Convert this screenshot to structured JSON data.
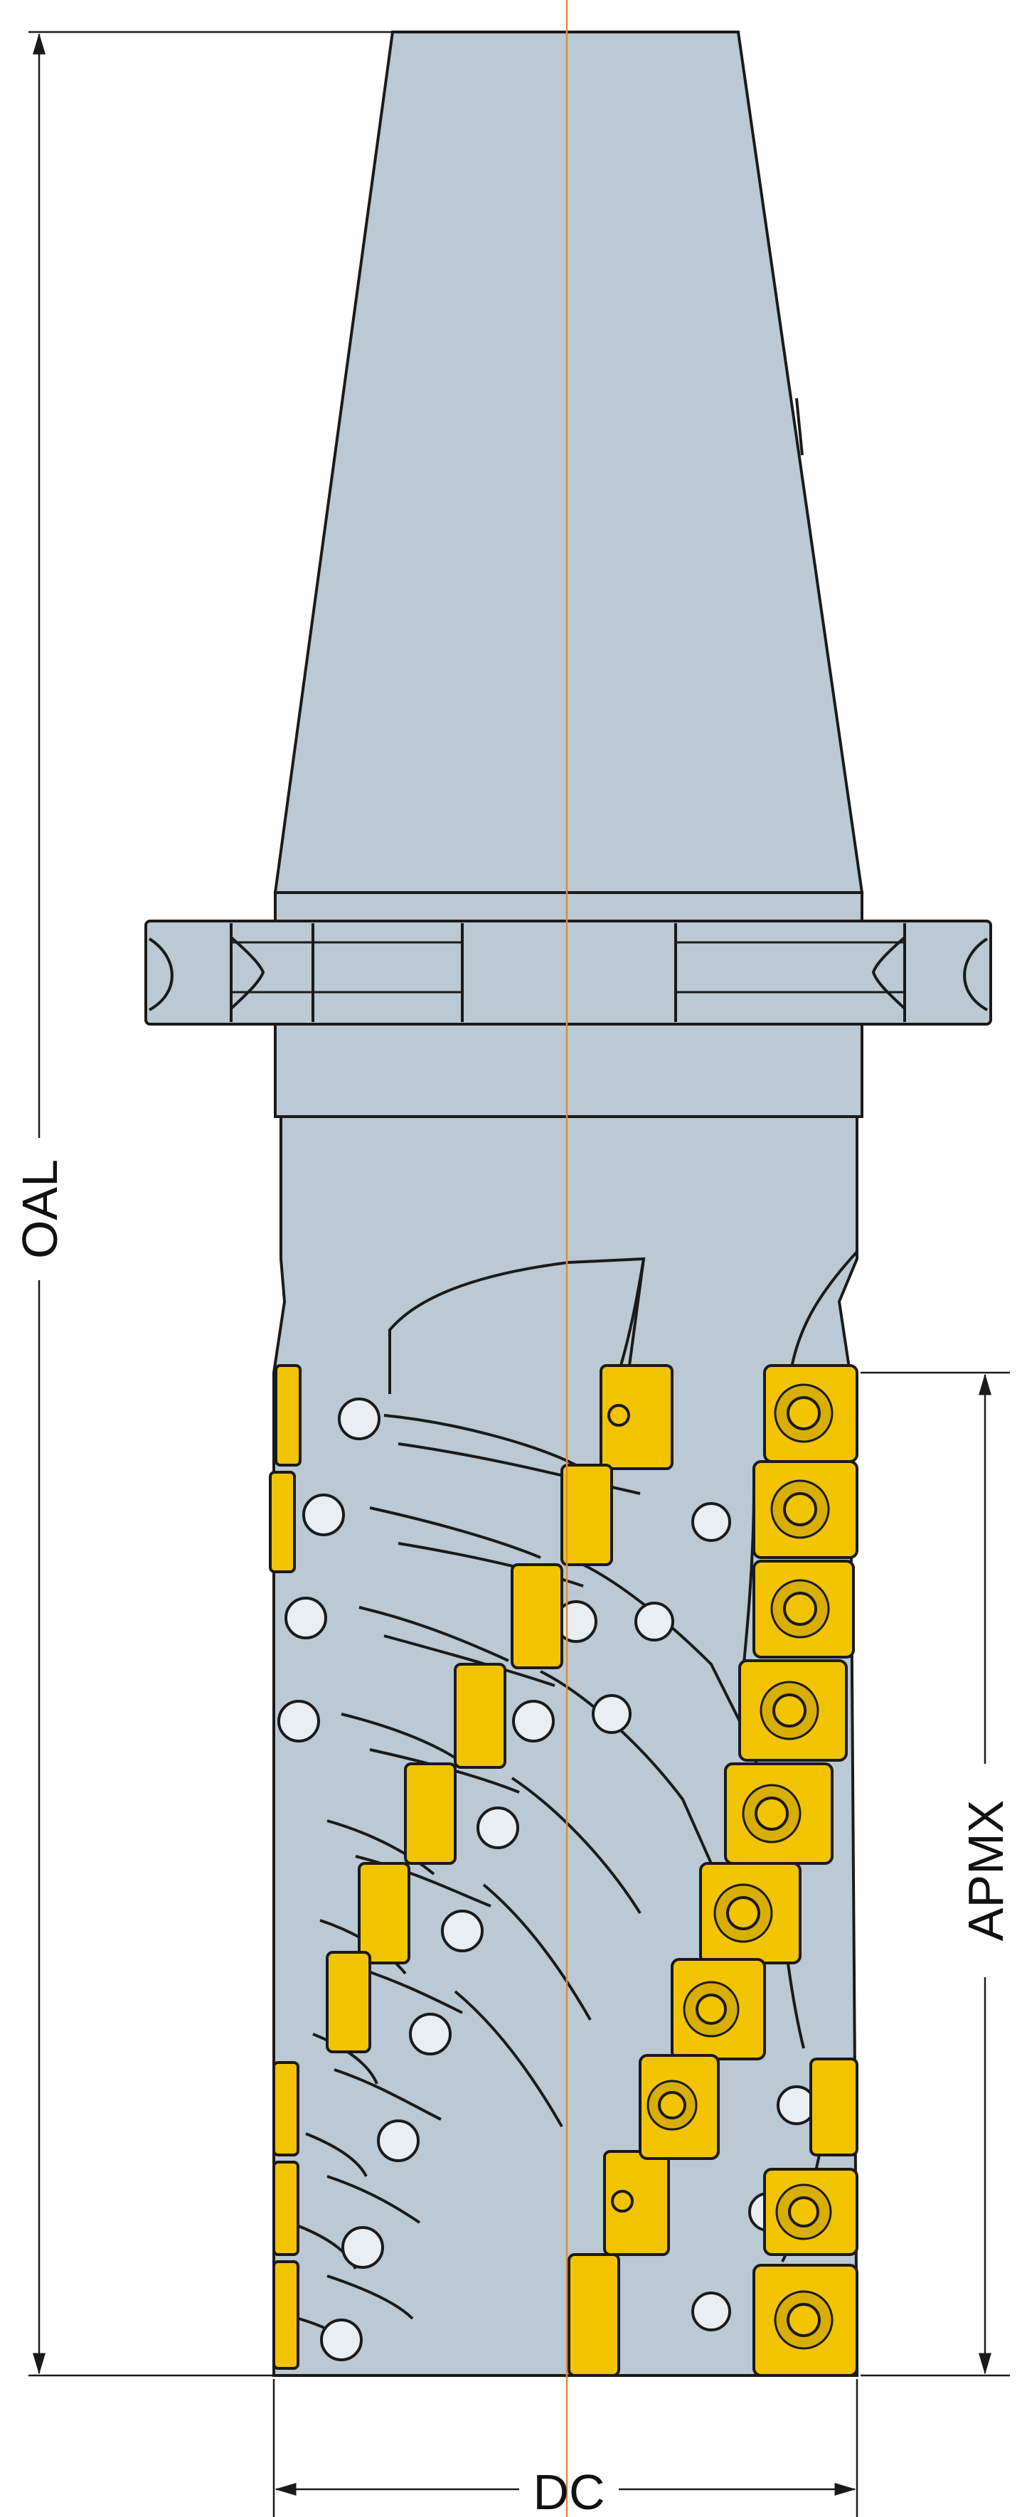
{
  "dimensions": {
    "overall_length": "OAL",
    "max_depth_of_cut": "APMX",
    "cutting_diameter": "DC"
  },
  "colors": {
    "tool_body": "#bac9d3",
    "insert": "#f2c400",
    "outline": "#1a1a1a",
    "centerline": "#e08a3c"
  }
}
